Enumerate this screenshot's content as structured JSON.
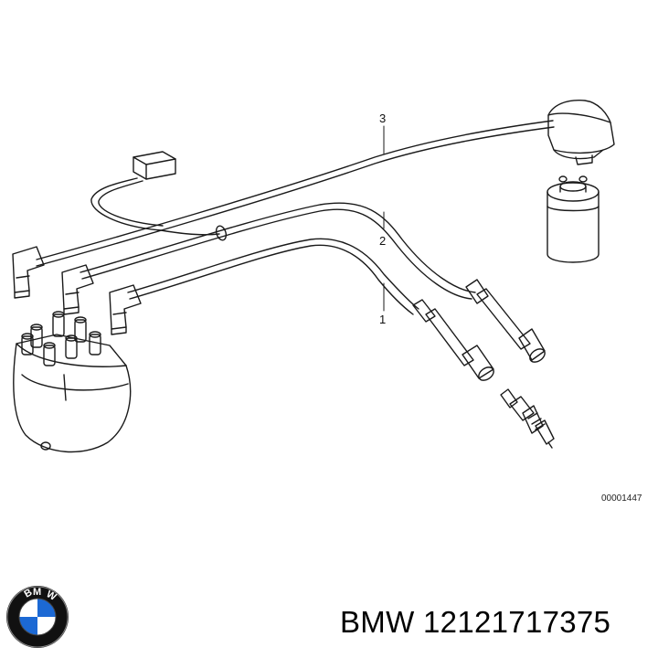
{
  "callouts": {
    "c1": "1",
    "c2": "2",
    "c3": "3"
  },
  "reference_number": "00001447",
  "caption": {
    "brand": "BMW",
    "part_number": "12121717375"
  },
  "logo_text": "BMW",
  "colors": {
    "line": "#1a1a1a",
    "logo_blue": "#1c69d4",
    "logo_black": "#111111"
  }
}
